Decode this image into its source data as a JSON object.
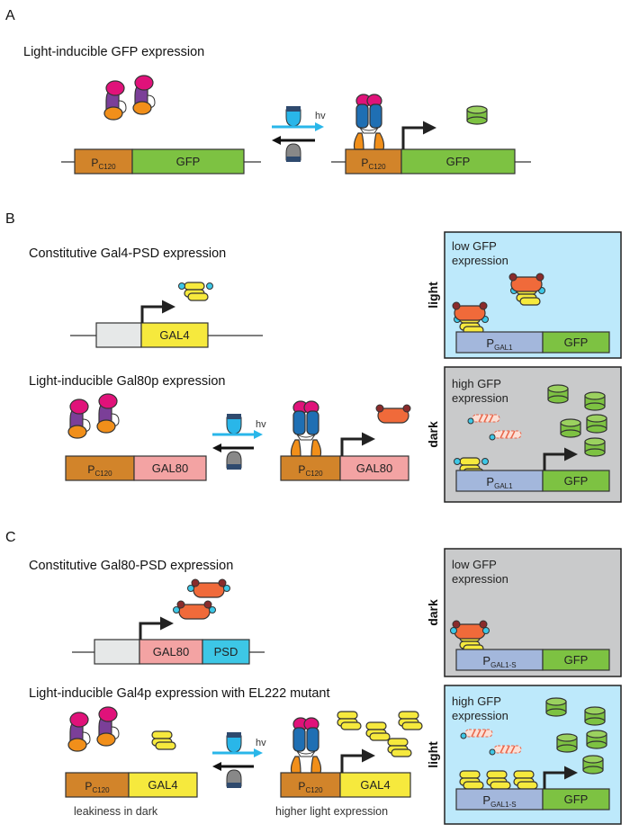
{
  "panels": {
    "a": {
      "letter": "A",
      "title": "Light-inducible GFP expression",
      "promoter_main": "P",
      "promoter_sub": "C120",
      "gene": "GFP",
      "hv": "hv"
    },
    "b": {
      "letter": "B",
      "title_top": "Constitutive Gal4-PSD expression",
      "title_bottom": "Light-inducible Gal80p expression",
      "gene_gal4": "GAL4",
      "promoter_main": "P",
      "promoter_sub": "C120",
      "gene_gal80": "GAL80",
      "hv": "hv",
      "box_light": {
        "side_label": "light",
        "text_line1": "low GFP",
        "text_line2": "expression",
        "promoter_main": "P",
        "promoter_sub": "GAL1",
        "gene": "GFP"
      },
      "box_dark": {
        "side_label": "dark",
        "text_line1": "high GFP",
        "text_line2": "expression",
        "promoter_main": "P",
        "promoter_sub": "GAL1",
        "gene": "GFP"
      }
    },
    "c": {
      "letter": "C",
      "title_top": "Constitutive Gal80-PSD expression",
      "title_bottom": "Light-inducible Gal4p expression with EL222 mutant",
      "gene_gal80": "GAL80",
      "gene_psd": "PSD",
      "promoter_main": "P",
      "promoter_sub": "C120",
      "gene_gal4": "GAL4",
      "hv": "hv",
      "caption_left": "leakiness in dark",
      "caption_right": "higher light expression",
      "box_dark": {
        "side_label": "dark",
        "text_line1": "low GFP",
        "text_line2": "expression",
        "promoter_main": "P",
        "promoter_sub": "GAL1-S",
        "gene": "GFP"
      },
      "box_light": {
        "side_label": "light",
        "text_line1": "high GFP",
        "text_line2": "expression",
        "promoter_main": "P",
        "promoter_sub": "GAL1-S",
        "gene": "GFP"
      }
    }
  },
  "colors": {
    "promoter_orange": "#d2842a",
    "gfp_green": "#7dc242",
    "gal4_yellow": "#f6e93d",
    "gal80_pink": "#f3a3a3",
    "psd_cyan": "#3dc7e6",
    "grey_box": "#e6e8e8",
    "gal1_blue": "#a3b7dc",
    "light_bg": "#bde9fb",
    "dark_bg": "#c9cacb",
    "arrow_cyan": "#29b6e9",
    "el222_blue": "#1f6fb3",
    "magenta": "#e0127a",
    "purple": "#7b3f98",
    "orange": "#f18f1a"
  }
}
